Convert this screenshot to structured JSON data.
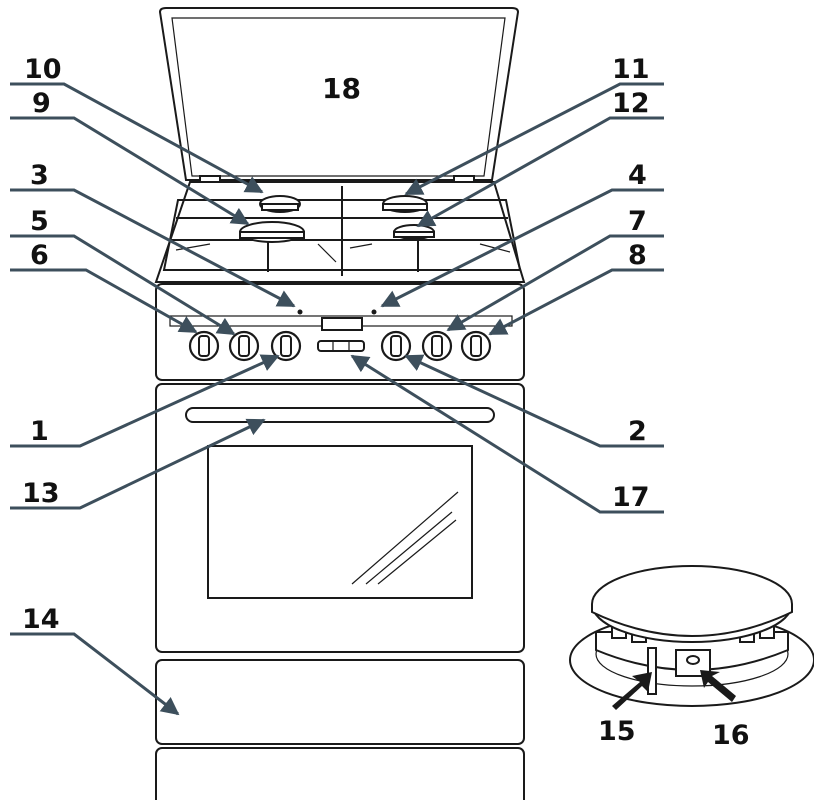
{
  "labels": {
    "l1": "1",
    "l2": "2",
    "l3": "3",
    "l4": "4",
    "l5": "5",
    "l6": "6",
    "l7": "7",
    "l8": "8",
    "l9": "9",
    "l10": "10",
    "l11": "11",
    "l12": "12",
    "l13": "13",
    "l14": "14",
    "l15": "15",
    "l16": "16",
    "l17": "17",
    "l18": "18"
  },
  "colors": {
    "leader": "#3d4f5c",
    "outline": "#1a1a1a",
    "background": "#ffffff"
  }
}
